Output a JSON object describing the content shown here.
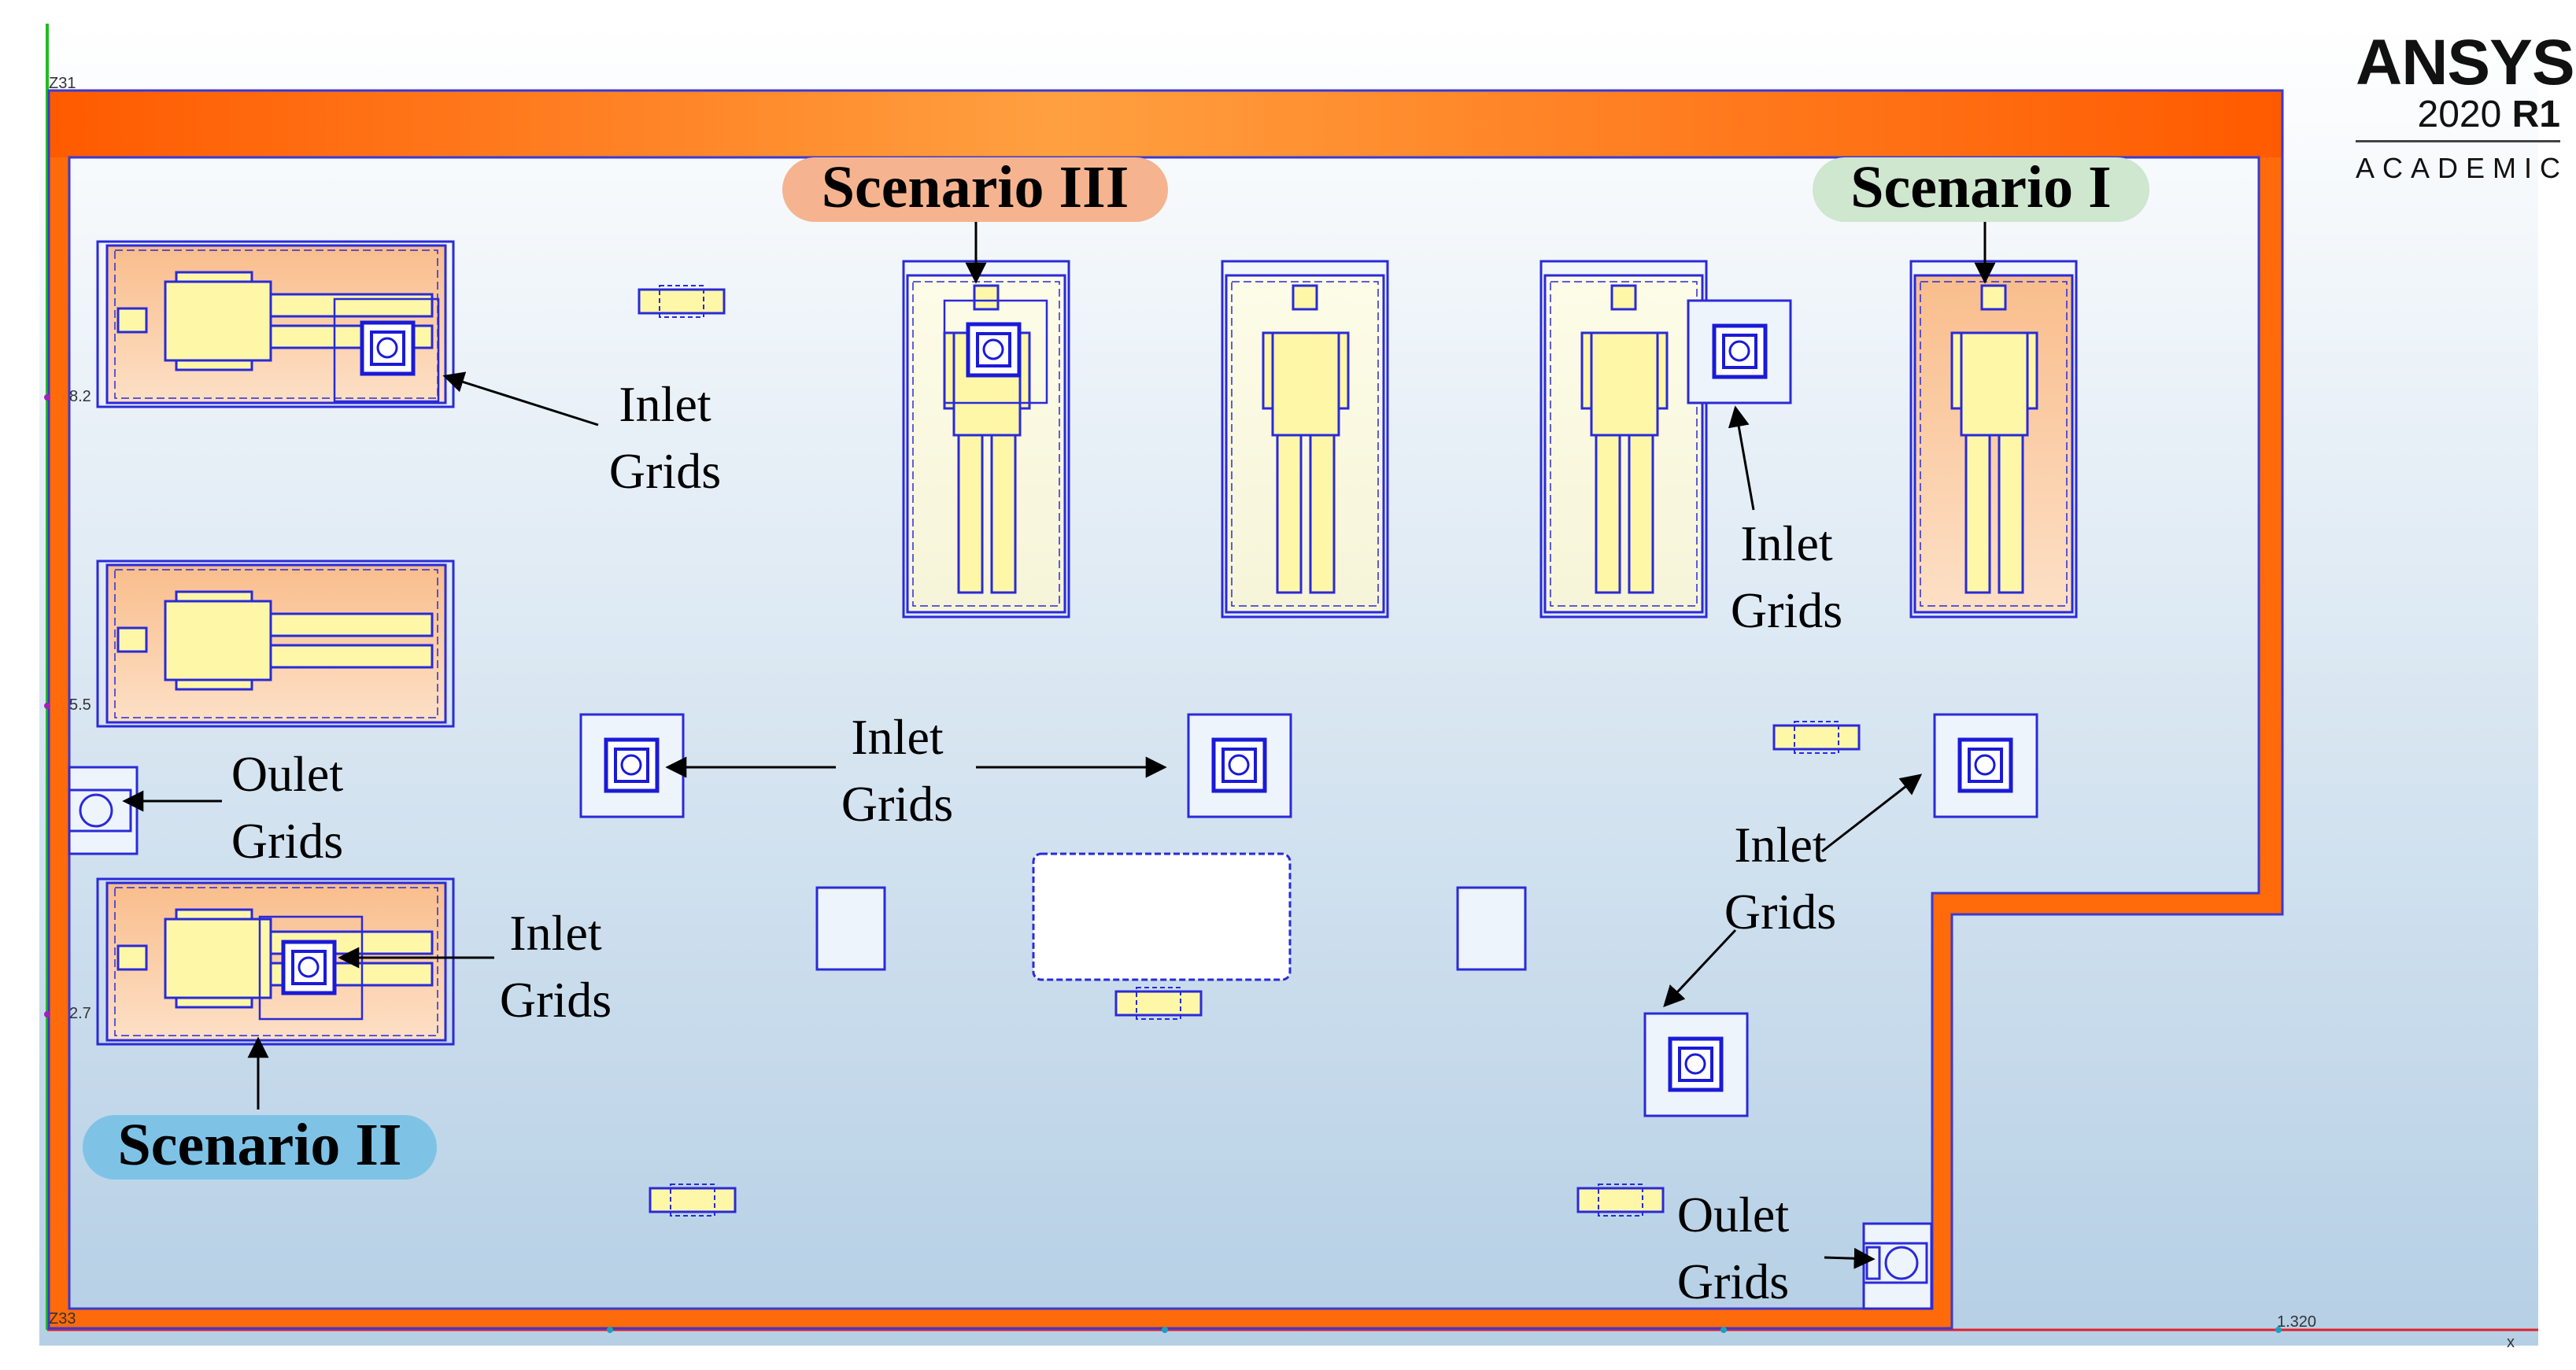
{
  "logo": {
    "brand": "ANSYS",
    "version": "2020",
    "release": "R1",
    "license": "ACADEMIC"
  },
  "axis": {
    "top_left": "Z31",
    "bottom_left": "Z33",
    "tick_1": "8.2",
    "tick_2": "5.5",
    "tick_3": "2.7",
    "bottom_right": "1.320",
    "axis_mark": "x"
  },
  "scenarios": {
    "s1": "Scenario I",
    "s2": "Scenario II",
    "s3": "Scenario III"
  },
  "labels": {
    "inlet_line1": "Inlet",
    "inlet_line2": "Grids",
    "outlet_line1": "Oulet",
    "outlet_line2": "Grids"
  },
  "colors": {
    "wall": "#ff6a0a",
    "outline": "#1a1ad8",
    "occupant": "#fff7a8",
    "bed_peach": "#fbd0a8",
    "scenario1_badge": "#cfe6cf",
    "scenario2_badge": "#7ec3e6",
    "scenario3_badge": "#f5b48f"
  }
}
